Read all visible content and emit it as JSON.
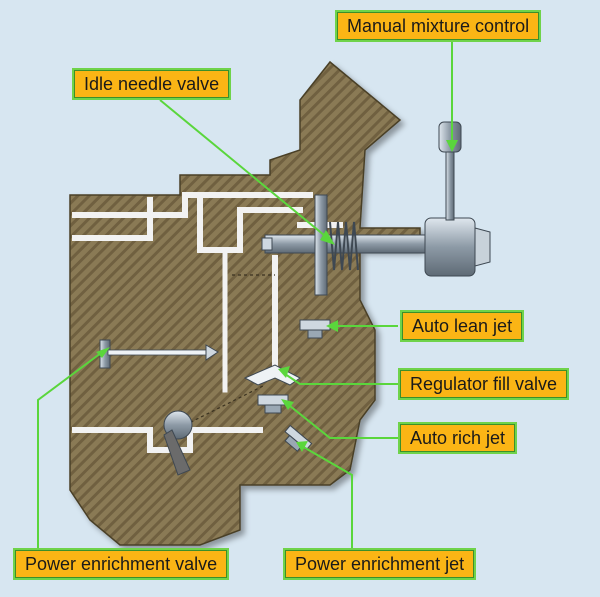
{
  "labels": {
    "manual_mixture_control": "Manual mixture control",
    "idle_needle_valve": "Idle needle valve",
    "auto_lean_jet": "Auto lean jet",
    "regulator_fill_valve": "Regulator fill valve",
    "auto_rich_jet": "Auto rich jet",
    "power_enrichment_valve": "Power enrichment valve",
    "power_enrichment_jet": "Power enrichment jet"
  },
  "colors": {
    "background": "#d7e6f1",
    "housing": "#8a7a55",
    "housing_stripe": "#6f6140",
    "passage": "#f2f2f2",
    "metal": "#9aa8b4",
    "callout_fill": "#fbb515",
    "callout_border": "#6fd34a",
    "leader_line": "#5ad63c"
  }
}
